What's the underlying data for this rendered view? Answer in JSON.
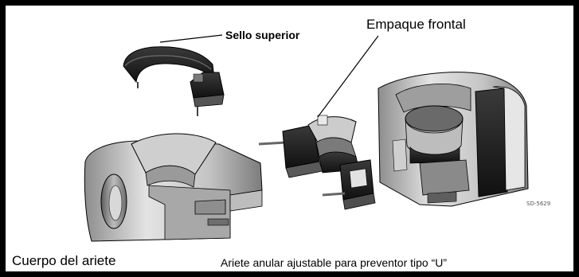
{
  "labels": {
    "top_seal": "Sello superior",
    "front_packer": "Empaque frontal",
    "ram_body": "Cuerpo del ariete",
    "caption": "Ariete anular ajustable  para preventor tipo “U”",
    "drawing_code": "SD-5629"
  },
  "colors": {
    "border": "#000000",
    "background": "#ffffff",
    "rubber": "#1e1e1e",
    "steel_light": "#dcdcdc",
    "steel_mid": "#a9a9a9",
    "steel_dark": "#6e6e6e"
  }
}
